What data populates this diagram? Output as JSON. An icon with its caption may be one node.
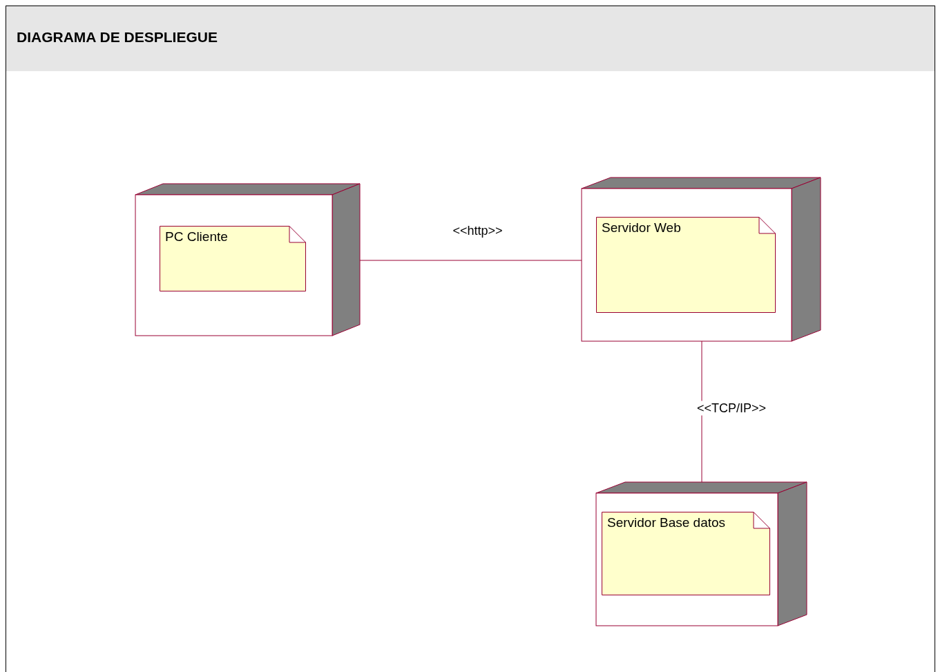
{
  "diagram": {
    "title": "DIAGRAMA DE DESPLIEGUE",
    "nodes": [
      {
        "text": [],
        "shape": "box"
      },
      {
        "text": [
          "PC Cliente"
        ],
        "in": 0
      },
      {
        "text": [],
        "shape": "box"
      },
      {
        "text": [
          "Servidor Web"
        ],
        "in": 2
      },
      {
        "text": [],
        "shape": "box"
      },
      {
        "text": [
          "Servidor Base datos"
        ],
        "in": 4
      }
    ],
    "edges": [
      {
        "from": 0,
        "to": 2,
        "arrow": "none",
        "label": "<<http>>"
      },
      {
        "from": 2,
        "to": 4,
        "arrow": "none",
        "label": "<<TCP/IP>>"
      }
    ]
  }
}
